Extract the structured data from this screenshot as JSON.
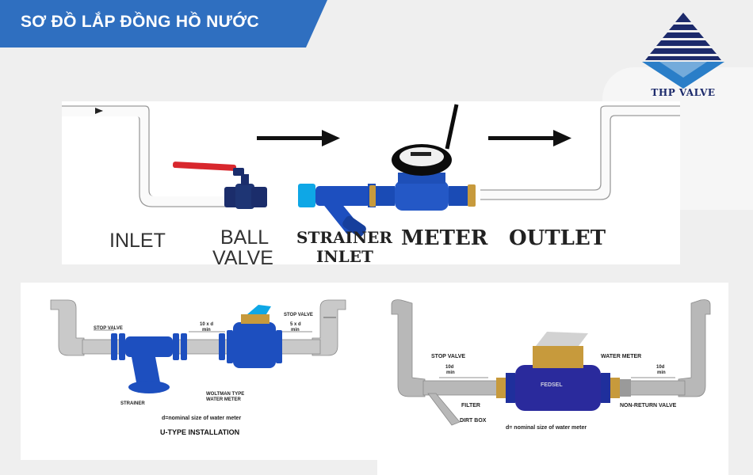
{
  "title": "SƠ ĐỒ LẮP ĐỒNG HỒ NƯỚC",
  "logo": {
    "text": "THP VALVE"
  },
  "top_diagram": {
    "labels": {
      "inlet": "INLET",
      "ball_valve_1": "BALL",
      "ball_valve_2": "VALVE",
      "strainer_1": "STRAINER",
      "strainer_2": "INLET",
      "meter": "METER",
      "outlet": "OUTLET"
    }
  },
  "utype": {
    "caption": "U-TYPE INSTALLATION",
    "note": "d=nominal size of water meter",
    "stop_valve_left": "STOP VALVE",
    "stop_valve_right": "STOP VALVE",
    "dim_10d_1": "10 x d",
    "dim_10d_2": "min",
    "dim_5d_1": "5 x d",
    "dim_5d_2": "min",
    "strainer": "STRAINER",
    "woltman_1": "WOLTMAN TYPE",
    "woltman_2": "WATER METER"
  },
  "multijet": {
    "note": "d= nominal size of water meter",
    "stop_valve": "STOP VALVE",
    "filter": "FILTER",
    "dirt_box": "DIRT BOX",
    "water_meter": "WATER METER",
    "non_return": "NON-RETURN VALVE",
    "dim_left_1": "10d",
    "dim_left_2": "min",
    "dim_right_1": "10d",
    "dim_right_2": "min",
    "brand": "FEDSEL"
  },
  "colors": {
    "banner": "#2f6fc0",
    "logo_navy": "#1c2a6b",
    "logo_blue": "#2a7ec8",
    "body_blue": "#1d4fbf",
    "pipe_gray": "#b8b8b8",
    "brass": "#c79a3c"
  }
}
